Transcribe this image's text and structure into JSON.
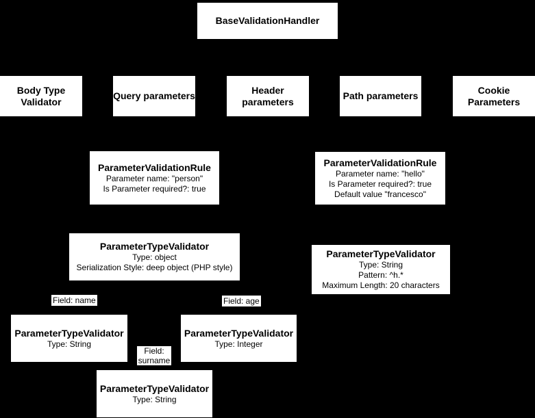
{
  "diagram": {
    "colors": {
      "background": "#000000",
      "node_fill": "#ffffff",
      "node_text": "#000000"
    },
    "nodes": {
      "base": {
        "title": "BaseValidationHandler"
      },
      "body_type": {
        "title": "Body Type Validator"
      },
      "query": {
        "title": "Query parameters"
      },
      "header": {
        "title": "Header parameters"
      },
      "path": {
        "title": "Path parameters"
      },
      "cookie": {
        "title": "Cookie Parameters"
      },
      "rule_person": {
        "title": "ParameterValidationRule",
        "lines": [
          "Parameter name: \"person\"",
          "Is Parameter required?: true"
        ]
      },
      "rule_hello": {
        "title": "ParameterValidationRule",
        "lines": [
          "Parameter name: \"hello\"",
          "Is Parameter required?: true",
          "Default value \"francesco\""
        ]
      },
      "type_object": {
        "title": "ParameterTypeValidator",
        "lines": [
          "Type: object",
          "Serialization Style: deep object (PHP style)"
        ]
      },
      "type_string_hello": {
        "title": "ParameterTypeValidator",
        "lines": [
          "Type: String",
          "Pattern: ^h.*",
          "Maximum Length: 20 characters"
        ]
      },
      "type_string_name": {
        "title": "ParameterTypeValidator",
        "lines": [
          "Type: String"
        ]
      },
      "type_integer_age": {
        "title": "ParameterTypeValidator",
        "lines": [
          "Type: Integer"
        ]
      },
      "type_string_surname": {
        "title": "ParameterTypeValidator",
        "lines": [
          "Type: String"
        ]
      }
    },
    "edge_labels": {
      "name": "Field: name",
      "age": "Field: age",
      "surname": "Field: surname"
    }
  }
}
